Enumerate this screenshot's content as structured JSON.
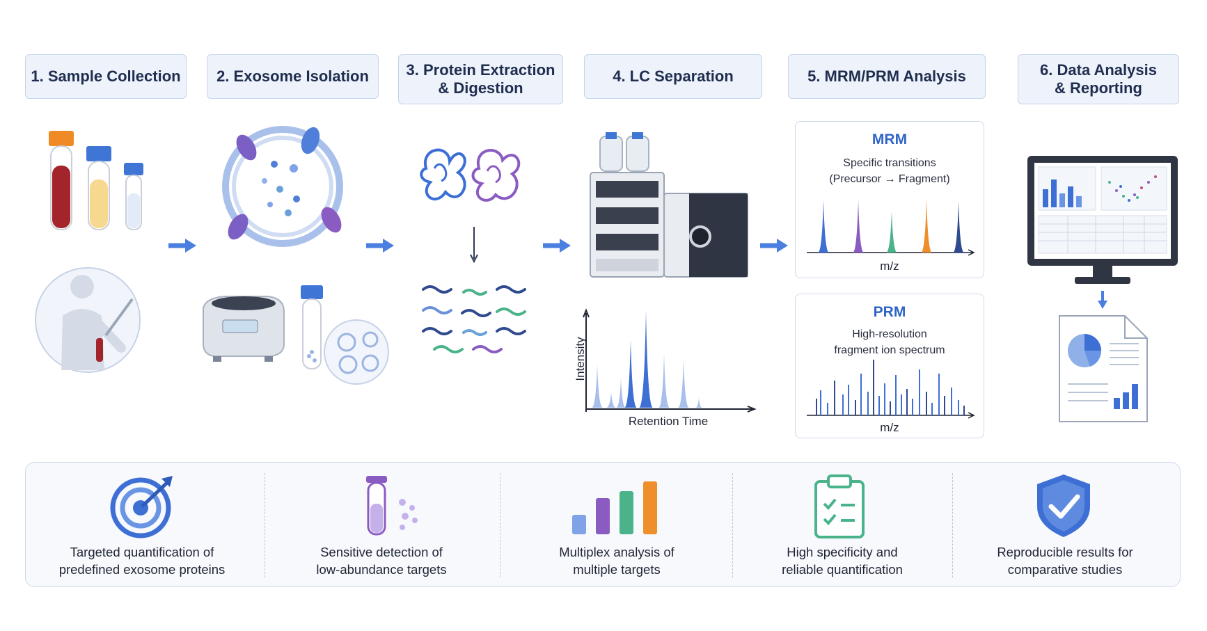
{
  "steps": [
    {
      "label": "1. Sample Collection"
    },
    {
      "label": "2. Exosome Isolation"
    },
    {
      "label": "3. Protein Extraction\n& Digestion"
    },
    {
      "label": "4. LC Separation"
    },
    {
      "label": "5. MRM/PRM Analysis"
    },
    {
      "label": "6. Data Analysis\n& Reporting"
    }
  ],
  "lc_chart": {
    "ylabel": "Intensity",
    "xlabel": "Retention Time"
  },
  "mrm": {
    "title": "MRM",
    "subtitle": "Specific transitions\n(Precursor → Fragment)",
    "xlabel": "m/z",
    "peak_colors": [
      "#3d6fd4",
      "#8a5cc2",
      "#4ab38a",
      "#ef8f2c",
      "#2f4a8f"
    ]
  },
  "prm": {
    "title": "PRM",
    "subtitle": "High-resolution\nfragment ion spectrum",
    "xlabel": "m/z"
  },
  "benefits": [
    {
      "text": "Targeted quantification of\npredefined exosome proteins",
      "icon": "target-icon"
    },
    {
      "text": "Sensitive detection of\nlow-abundance targets",
      "icon": "test-tube-icon"
    },
    {
      "text": "Multiplex analysis of\nmultiple targets",
      "icon": "bar-chart-icon"
    },
    {
      "text": "High specificity and\nreliable quantification",
      "icon": "clipboard-check-icon"
    },
    {
      "text": "Reproducible results for\ncomparative studies",
      "icon": "shield-check-icon"
    }
  ],
  "colors": {
    "accent": "#3d6fd4",
    "arrow": "#4a7fe0",
    "box_bg": "#eef3fb",
    "box_border": "#c5d3ea"
  }
}
